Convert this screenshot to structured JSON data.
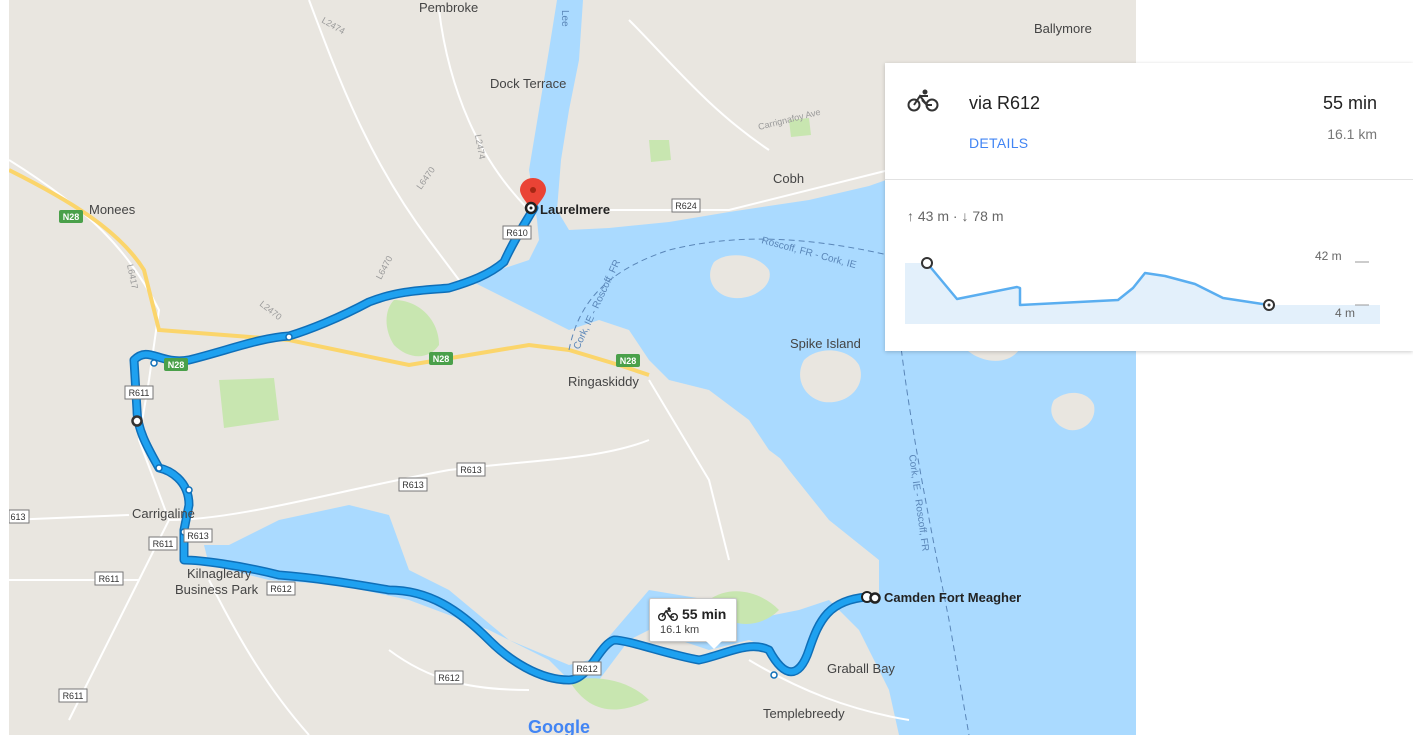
{
  "map": {
    "places": {
      "pembroke": "Pembroke",
      "ballymore": "Ballymore",
      "dock_terrace": "Dock Terrace",
      "monees": "Monees",
      "cobh": "Cobh",
      "spike_island": "Spike Island",
      "ringaskiddy": "Ringaskiddy",
      "carrigaline": "Carrigaline",
      "kilnagleary_line1": "Kilnagleary",
      "kilnagleary_line2": "Business Park",
      "graball_bay": "Graball Bay",
      "templebreedy": "Templebreedy",
      "lee": "Lee",
      "carrignafoy": "Carrignafoy Ave"
    },
    "roads": {
      "l2474_a": "L2474",
      "l2474_b": "L2474",
      "l6470_a": "L6470",
      "l6470_b": "L6470",
      "l6417": "L6417",
      "l2470": "L2470",
      "n28": "N28",
      "r610": "R610",
      "r624": "R624",
      "r611": "R611",
      "r612": "R612",
      "r613": "R613",
      "r613_edge": "613"
    },
    "ferries": {
      "ferry1": "Roscoff, FR - Cork, IE",
      "ferry2": "Cork, IE - Roscoff, FR",
      "ferry3": "Cork, IE - Roscoff, FR"
    },
    "endpoints": {
      "destination": "Laurelmere",
      "origin": "Camden Fort Meagher"
    },
    "route_tag": {
      "duration": "55 min",
      "distance": "16.1 km"
    },
    "logo": "Google"
  },
  "panel": {
    "mode_icon": "bicycle-icon",
    "route_via": "via R612",
    "details_label": "DETAILS",
    "duration": "55 min",
    "distance": "16.1 km",
    "elevation": {
      "ascent": "43 m",
      "descent": "78 m",
      "max_label": "42 m",
      "min_label": "4 m"
    }
  },
  "colors": {
    "route": "#1ea1f0",
    "water": "#aadaff",
    "land": "#e9e6e0",
    "link": "#4285f4",
    "pin": "#ea4335",
    "primary_road": "#fbd56b"
  }
}
